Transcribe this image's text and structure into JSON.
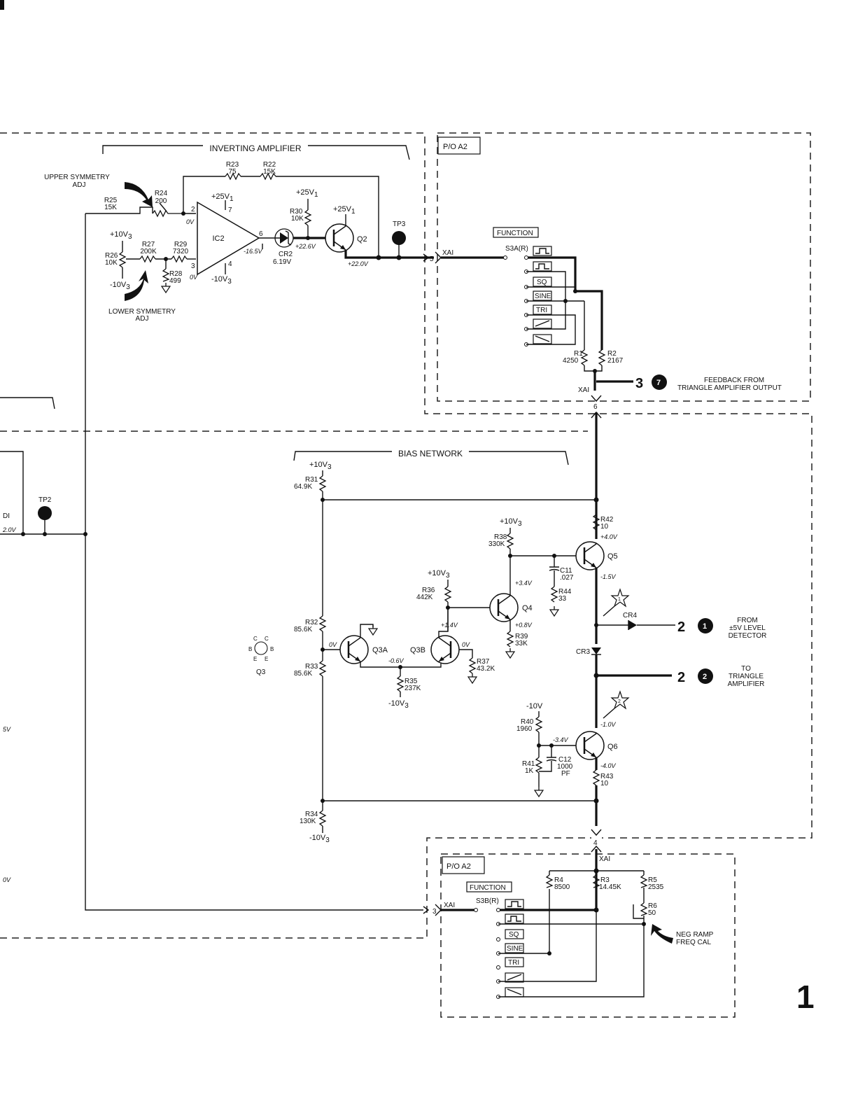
{
  "page_number": "1",
  "sections": {
    "inverting_amplifier": "INVERTING AMPLIFIER",
    "bias_network": "BIAS NETWORK"
  },
  "boards": {
    "top": "P/O A2",
    "bottom": "P/O A2",
    "connector": "XAI"
  },
  "adjustments": {
    "upper_symmetry": [
      "UPPER SYMMETRY",
      "ADJ"
    ],
    "lower_symmetry": [
      "LOWER SYMMETRY",
      "ADJ"
    ],
    "neg_ramp": [
      "NEG RAMP",
      "FREQ CAL"
    ]
  },
  "components": {
    "R23": [
      "R23",
      "75"
    ],
    "R22": [
      "R22",
      "15K"
    ],
    "R24": [
      "R24",
      "200"
    ],
    "R25": [
      "R25",
      "15K"
    ],
    "R26": [
      "R26",
      "10K"
    ],
    "R27": [
      "R27",
      "200K"
    ],
    "R29": [
      "R29",
      "7320"
    ],
    "R28": [
      "R28",
      "499"
    ],
    "R30": [
      "R30",
      "10K"
    ],
    "IC2": "IC2",
    "CR2": [
      "CR2",
      "6.19V"
    ],
    "Q2": "Q2",
    "TP3": "TP3",
    "TP2": "TP2",
    "R1": [
      "R1",
      "4250"
    ],
    "R2": [
      "R2",
      "2167"
    ],
    "R31": [
      "R31",
      "64.9K"
    ],
    "R32": [
      "R32",
      "85.6K"
    ],
    "R33": [
      "R33",
      "85.6K"
    ],
    "R34": [
      "R34",
      "130K"
    ],
    "R35": [
      "R35",
      "237K"
    ],
    "R36": [
      "R36",
      "442K"
    ],
    "R37": [
      "R37",
      "43.2K"
    ],
    "R38": [
      "R38",
      "330K"
    ],
    "R39": [
      "R39",
      "33K"
    ],
    "R40": [
      "R40",
      "1960"
    ],
    "R41": [
      "R41",
      "1K"
    ],
    "R42": [
      "R42",
      "10"
    ],
    "R43": [
      "R43",
      "10"
    ],
    "R44": [
      "R44",
      "33"
    ],
    "C11": [
      "C11",
      ".027"
    ],
    "C12": [
      "C12",
      "1000",
      "PF"
    ],
    "Q3A": "Q3A",
    "Q3B": "Q3B",
    "Q3": "Q3",
    "Q4": "Q4",
    "Q5": "Q5",
    "Q6": "Q6",
    "CR3": "CR3",
    "CR4": "CR4",
    "R3": [
      "R3",
      "14.45K"
    ],
    "R4": [
      "R4",
      "8500"
    ],
    "R5": [
      "R5",
      "2535"
    ],
    "R6": [
      "R6",
      "50"
    ],
    "pinout": [
      "C",
      "C",
      "B",
      "B",
      "E",
      "E"
    ]
  },
  "supplies": {
    "p25": "+25V",
    "p10": "+10V",
    "m10": "-10V",
    "m10s": "-10V",
    "sub1": "1",
    "sub3": "3"
  },
  "voltages": {
    "ic_in": "0V",
    "ic_in3": "0V",
    "ic_out": "-16.5V",
    "cr2k": "+22.6V",
    "q2e": "+22.0V",
    "q5b": "+4.0V",
    "q5e": "-1.5V",
    "q4b": "+3.4V",
    "q4e": "+0.8V",
    "q3bb": "+1.4V",
    "q3ab": "0V",
    "q3bc": "0V",
    "q3e": "-0.6V",
    "q6b": "-3.4V",
    "q6c": "-1.0V",
    "q6e": "-4.0V",
    "left1": "2.0V",
    "left2": "5V",
    "left3": "0V",
    "di": "DI"
  },
  "function_switch": {
    "title": "FUNCTION",
    "top_ref": "S3A(R)",
    "bottom_ref": "S3B(R)",
    "positions": [
      "SQ",
      "SINE",
      "TRI"
    ]
  },
  "ic_pins": {
    "p2": "2",
    "p3": "3",
    "p4": "4",
    "p6": "6",
    "p7": "7"
  },
  "connector_pins": {
    "p5": "5",
    "p6": "6",
    "p4": "4",
    "p3": "3"
  },
  "offpage": {
    "feedback": {
      "sheet": "3",
      "ref": "7",
      "text": [
        "FEEDBACK FROM",
        "TRIANGLE AMPLIFIER OUTPUT"
      ]
    },
    "from_level": {
      "sheet": "2",
      "ref": "1",
      "text": [
        "FROM",
        "±5V LEVEL",
        "DETECTOR"
      ]
    },
    "to_tri": {
      "sheet": "2",
      "ref": "2",
      "text": [
        "TO",
        "TRIANGLE",
        "AMPLIFIER"
      ]
    }
  },
  "test_stars": [
    "1",
    "2"
  ]
}
